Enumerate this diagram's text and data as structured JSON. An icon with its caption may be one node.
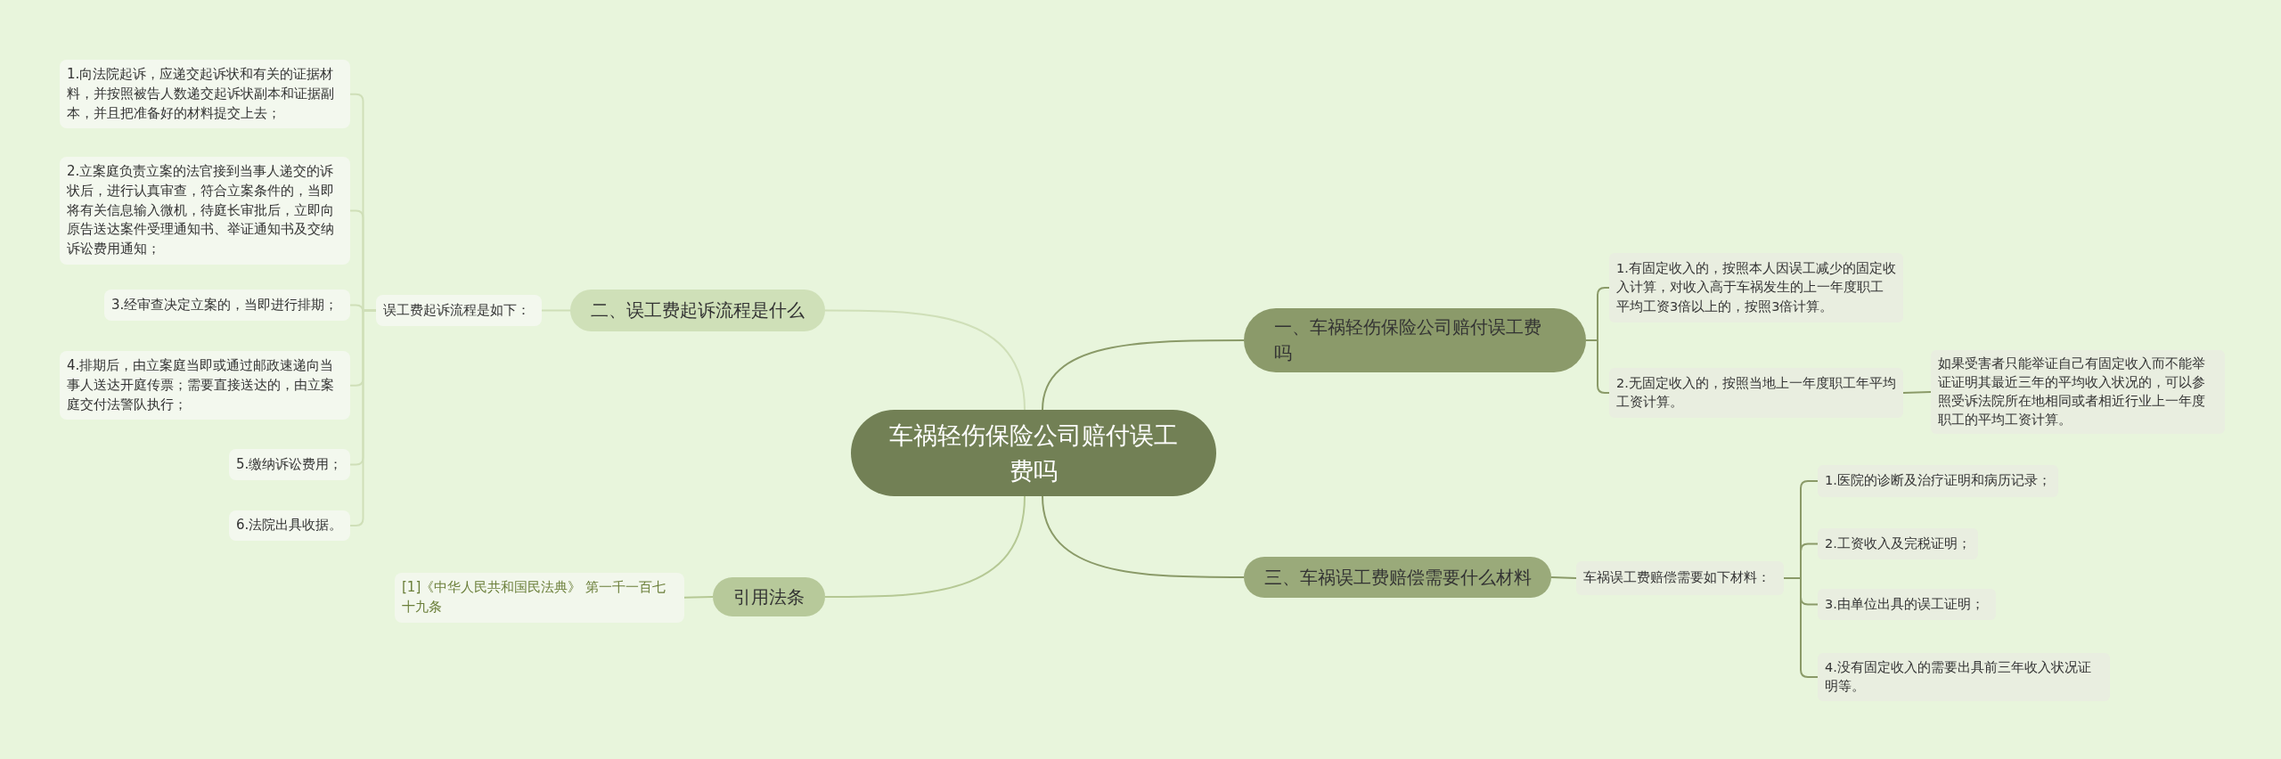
{
  "diagram": {
    "nodes": [
      {
        "text": [
          "车祸轻伤保险公司赔付误工费吗"
        ]
      },
      {
        "text": [
          "一、车祸轻伤保险公司赔付误工费吗"
        ]
      },
      {
        "text": [
          "1.有固定收入的，按照本人因误工减少的固定收入计算，对收入高于车祸发生的上一年度职工平均工资3倍以上的，按照3倍计算。"
        ]
      },
      {
        "text": [
          "2.无固定收入的，按照当地上一年度职工年平均工资计算。"
        ]
      },
      {
        "text": [
          "如果受害者只能举证自己有固定收入而不能举证证明其最近三年的平均收入状况的，可以参照受诉法院所在地相同或者相近行业上一年度职工的平均工资计算。"
        ]
      },
      {
        "text": [
          "二、误工费起诉流程是什么"
        ]
      },
      {
        "text": [
          "误工费起诉流程是如下："
        ]
      },
      {
        "text": [
          "1.向法院起诉，应递交起诉状和有关的证据材料，并按照被告人数递交起诉状副本和证据副本，并且把准备好的材料提交上去；"
        ]
      },
      {
        "text": [
          "2.立案庭负责立案的法官接到当事人递交的诉状后，进行认真审查，符合立案条件的，当即将有关信息输入微机，待庭长审批后，立即向原告送达案件受理通知书、举证通知书及交纳诉讼费用通知；"
        ]
      },
      {
        "text": [
          "3.经审查决定立案的，当即进行排期；"
        ]
      },
      {
        "text": [
          "4.排期后，由立案庭当即或通过邮政速递向当事人送达开庭传票；需要直接送达的，由立案庭交付法警队执行；"
        ]
      },
      {
        "text": [
          "5.缴纳诉讼费用；"
        ]
      },
      {
        "text": [
          "6.法院出具收据。"
        ]
      },
      {
        "text": [
          "引用法条"
        ]
      },
      {
        "text": [
          "[1]《中华人民共和国民法典》 第一千一百七十九条"
        ]
      },
      {
        "text": [
          "三、车祸误工费赔偿需要什么材料"
        ]
      },
      {
        "text": [
          "车祸误工费赔偿需要如下材料："
        ]
      },
      {
        "text": [
          "1.医院的诊断及治疗证明和病历记录；"
        ]
      },
      {
        "text": [
          "2.工资收入及完税证明；"
        ]
      },
      {
        "text": [
          "3.由单位出具的误工证明；"
        ]
      },
      {
        "text": [
          "4.没有固定收入的需要出具前三年收入状况证明等。"
        ]
      }
    ],
    "edges": [
      {
        "from": 0,
        "to": 1,
        "arrow": "none"
      },
      {
        "from": 1,
        "to": 2,
        "arrow": "none"
      },
      {
        "from": 1,
        "to": 3,
        "arrow": "none"
      },
      {
        "from": 3,
        "to": 4,
        "arrow": "none"
      },
      {
        "from": 0,
        "to": 5,
        "arrow": "none",
        "color": "#cfdfb8"
      },
      {
        "from": 5,
        "to": 6,
        "arrow": "none",
        "color": "#cfdfb8"
      },
      {
        "from": 6,
        "to": 7,
        "arrow": "none",
        "color": "#cfdfb8"
      },
      {
        "from": 6,
        "to": 8,
        "arrow": "none",
        "color": "#cfdfb8"
      },
      {
        "from": 6,
        "to": 9,
        "arrow": "none",
        "color": "#cfdfb8"
      },
      {
        "from": 6,
        "to": 10,
        "arrow": "none",
        "color": "#cfdfb8"
      },
      {
        "from": 6,
        "to": 11,
        "arrow": "none",
        "color": "#cfdfb8"
      },
      {
        "from": 6,
        "to": 12,
        "arrow": "none",
        "color": "#cfdfb8"
      },
      {
        "from": 0,
        "to": 13,
        "arrow": "none",
        "color": "#b5c894"
      },
      {
        "from": 13,
        "to": 14,
        "arrow": "none",
        "color": "#b5c894"
      },
      {
        "from": 0,
        "to": 15,
        "arrow": "none"
      },
      {
        "from": 15,
        "to": 16,
        "arrow": "none"
      },
      {
        "from": 16,
        "to": 17,
        "arrow": "none"
      },
      {
        "from": 16,
        "to": 18,
        "arrow": "none"
      },
      {
        "from": 16,
        "to": 19,
        "arrow": "none"
      },
      {
        "from": 16,
        "to": 20,
        "arrow": "none"
      }
    ]
  }
}
